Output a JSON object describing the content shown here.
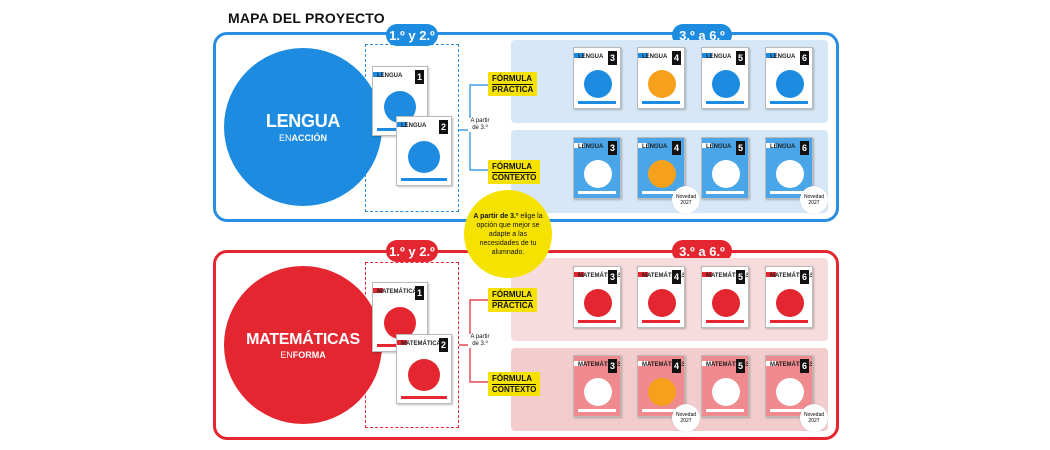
{
  "title": "MAPA DEL PROYECTO",
  "lengua": {
    "name": "LENGUA",
    "sub_thin": "EN",
    "sub_bold": "ACCIÓN",
    "early_grades": "1.º y 2.º",
    "late_grades": "3.º a 6.º",
    "book_title": "LENGUA",
    "early_books": [
      "1",
      "2"
    ],
    "practica_books": [
      "3",
      "4",
      "5",
      "6"
    ],
    "contexto_books": [
      "3",
      "4",
      "5",
      "6"
    ]
  },
  "matematicas": {
    "name": "MATEMÁTICAS",
    "sub_thin": "EN",
    "sub_bold": "FORMA",
    "early_grades": "1.º y 2.º",
    "late_grades": "3.º a 6.º",
    "book_title": "MATEMÁTICAS",
    "early_books": [
      "1",
      "2"
    ],
    "practica_books": [
      "3",
      "4",
      "5",
      "6"
    ],
    "contexto_books": [
      "3",
      "4",
      "5",
      "6"
    ]
  },
  "formula_practica": {
    "line1": "FÓRMULA",
    "line2": "PRÁCTICA"
  },
  "formula_contexto": {
    "line1": "FÓRMULA",
    "line2": "CONTEXTO"
  },
  "a_partir": {
    "line1": "A partir",
    "line2": "de 3.º"
  },
  "yellow_note": {
    "bold": "A partir de 3.º",
    "rest": "elige la opción que mejor se adapte a las necesidades de tu alumnado."
  },
  "novedad": {
    "line1": "Novedad",
    "line2": "2027"
  },
  "colors": {
    "blue": "#1d8ce0",
    "red": "#e3262f",
    "yellow": "#f6e200"
  }
}
